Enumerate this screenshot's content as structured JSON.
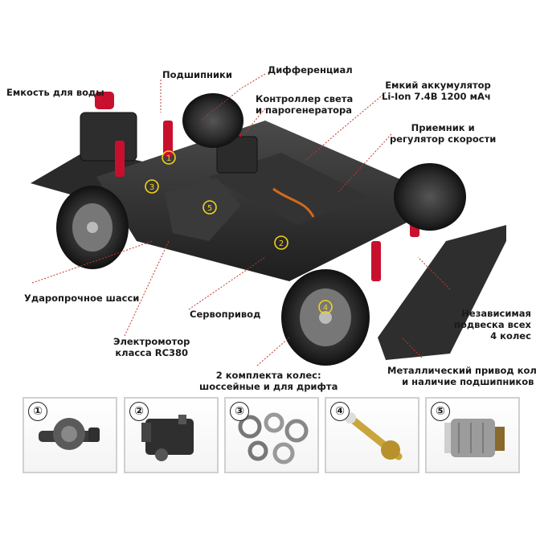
{
  "callouts": {
    "water_tank": "Емкость для воды",
    "bearings": "Подшипники",
    "differential": "Дифференциал",
    "light_controller_line1": "Контроллер света",
    "light_controller_line2": "и парогенератора",
    "battery_line1": "Емкий аккумулятор",
    "battery_line2": "Li-Ion 7.4В 1200 мАч",
    "receiver_line1": "Приемник и",
    "receiver_line2": "регулятор скорости",
    "chassis": "Ударопрочное шасси",
    "servo": "Сервопривод",
    "suspension_line1": "Независимая",
    "suspension_line2": "подвеска всех",
    "suspension_line3": "4 колес",
    "motor_line1": "Электромотор",
    "motor_line2": "класса RC380",
    "wheels_line1": "2 комплекта колес:",
    "wheels_line2": "шоссейные и для дрифта",
    "drive_line1": "Металлический привод колес",
    "drive_line2": "и наличие подшипников"
  },
  "markers": [
    "1",
    "2",
    "3",
    "4",
    "5"
  ],
  "thumbnails": [
    {
      "number": "①",
      "icon": "differential-icon"
    },
    {
      "number": "②",
      "icon": "servo-icon"
    },
    {
      "number": "③",
      "icon": "bearings-icon"
    },
    {
      "number": "④",
      "icon": "drive-shaft-icon"
    },
    {
      "number": "⑤",
      "icon": "motor-icon"
    }
  ],
  "colors": {
    "accent_red": "#c8102e",
    "marker_yellow": "#f2d21a",
    "leader_red": "#c0392b",
    "chassis": "#2b2b2b"
  }
}
